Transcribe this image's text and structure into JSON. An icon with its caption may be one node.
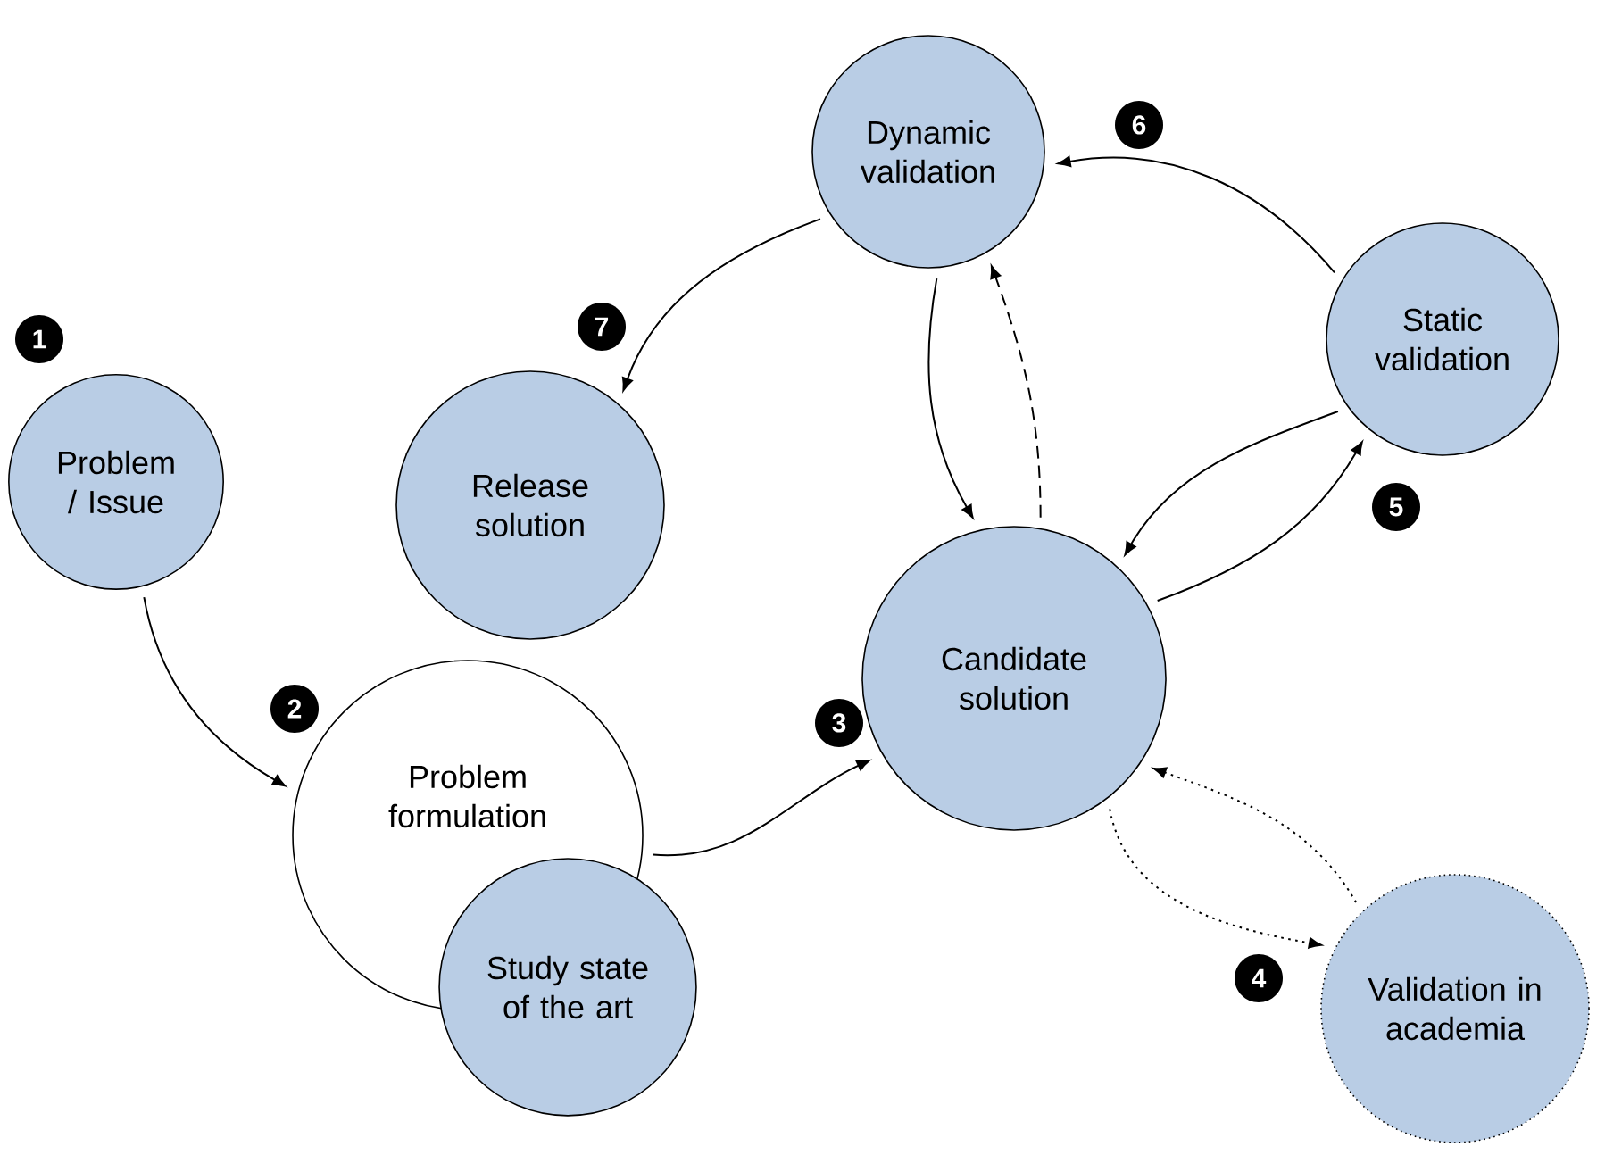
{
  "diagram": {
    "nodes": [
      {
        "text": [
          "Problem / Issue"
        ]
      },
      {
        "text": [
          "Problem formulation"
        ]
      },
      {
        "text": [
          "Study state of the art"
        ]
      },
      {
        "text": [
          "Release solution"
        ]
      },
      {
        "text": [
          "Dynamic validation"
        ]
      },
      {
        "text": [
          "Static validation"
        ]
      },
      {
        "text": [
          "Candidate solution"
        ]
      },
      {
        "text": [
          "Validation in academia"
        ]
      }
    ],
    "edges": [
      {
        "from": 0,
        "to": 1,
        "arrow": "to"
      },
      {
        "from": 1,
        "to": 6,
        "arrow": "to"
      },
      {
        "from": 6,
        "to": 5,
        "arrow": "to"
      },
      {
        "from": 5,
        "to": 6,
        "arrow": "to"
      },
      {
        "from": 5,
        "to": 4,
        "arrow": "to"
      },
      {
        "from": 4,
        "to": 6,
        "arrow": "to"
      },
      {
        "from": 6,
        "to": 4,
        "arrow": "to",
        "style": "dashed"
      },
      {
        "from": 6,
        "to": 7,
        "arrow": "to",
        "style": "dashed"
      },
      {
        "from": 7,
        "to": 6,
        "arrow": "to",
        "style": "dashed"
      },
      {
        "from": 4,
        "to": 3,
        "arrow": "to"
      }
    ],
    "labels": [
      "1",
      "2",
      "3",
      "4",
      "5",
      "6",
      "7"
    ]
  }
}
